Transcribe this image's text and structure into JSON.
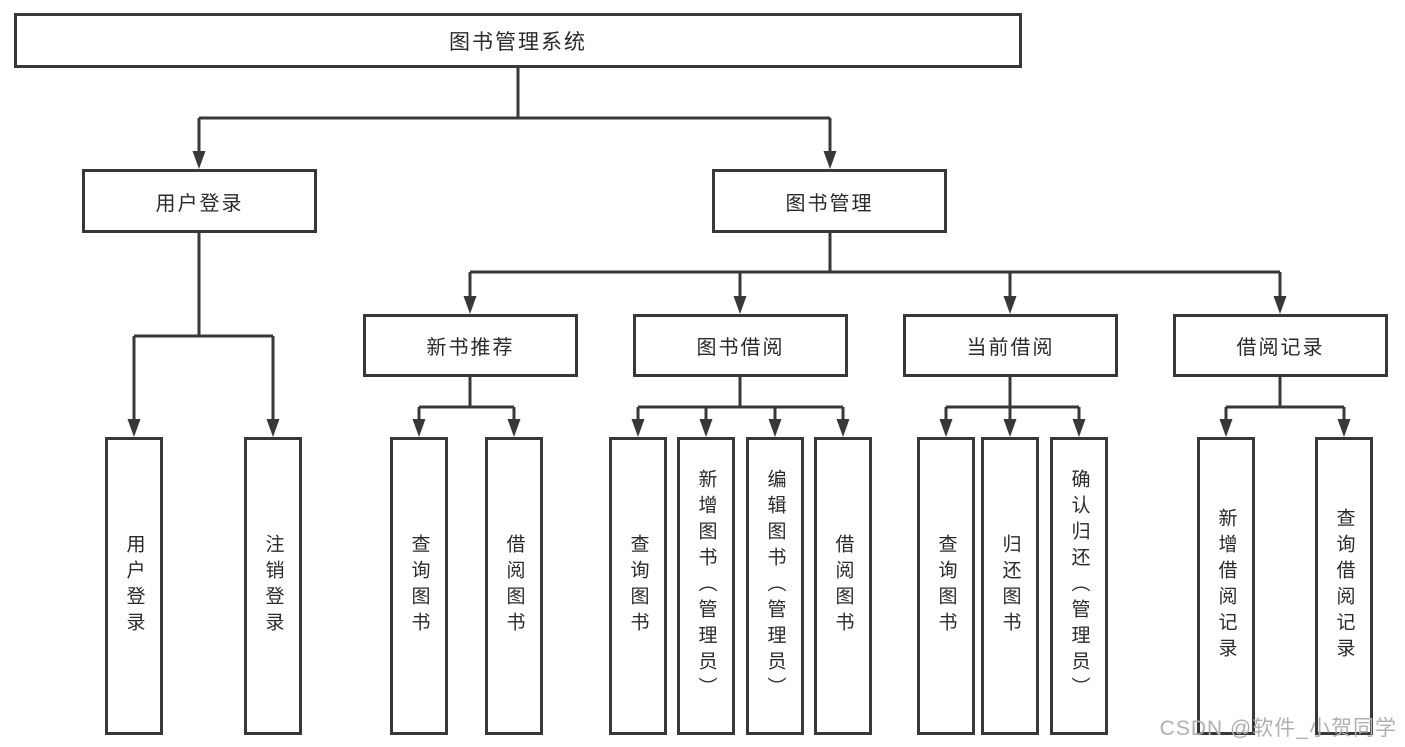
{
  "nodes": {
    "root": "图书管理系统",
    "user_login": "用户登录",
    "book_mgmt": "图书管理",
    "new_book_rec": "新书推荐",
    "book_borrow": "图书借阅",
    "current_borrow": "当前借阅",
    "borrow_record": "借阅记录",
    "leaf_user_login": "用户登录",
    "leaf_logout": "注销登录",
    "leaf_rec_query_books": "查询图书",
    "leaf_rec_borrow_books": "借阅图书",
    "leaf_bb_query_books": "查询图书",
    "leaf_bb_add_books": "新增图书（管理员）",
    "leaf_bb_edit_books": "编辑图书（管理员）",
    "leaf_bb_borrow_books": "借阅图书",
    "leaf_cb_query_books": "查询图书",
    "leaf_cb_return_books": "归还图书",
    "leaf_cb_confirm_return": "确认归还（管理员）",
    "leaf_br_add_record": "新增借阅记录",
    "leaf_br_query_record": "查询借阅记录"
  },
  "watermark": "CSDN @软件_小贺同学",
  "colors": {
    "line": "#383838",
    "text": "#2a2a2a",
    "watermark": "#b0b0b0",
    "background": "#ffffff"
  }
}
